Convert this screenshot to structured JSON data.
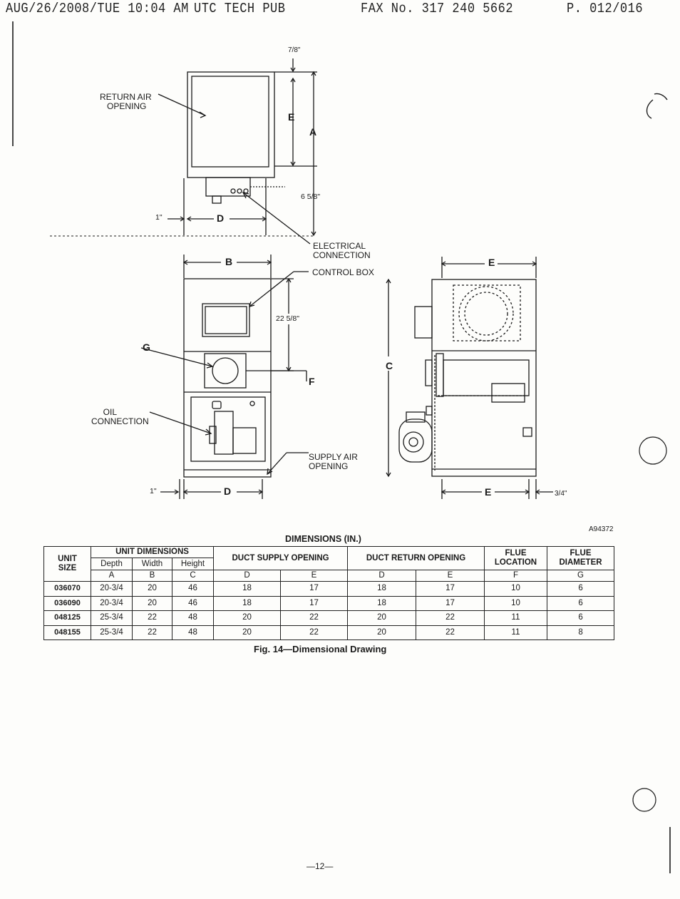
{
  "fax_header": {
    "datetime": "AUG/26/2008/TUE 10:04 AM",
    "sender": "UTC TECH PUB",
    "fax_number": "FAX No. 317 240 5662",
    "page": "P. 012/016"
  },
  "drawing": {
    "labels": {
      "return_air": "RETURN AIR\n   OPENING",
      "electrical": "ELECTRICAL\nCONNECTION",
      "control_box": "CONTROL BOX",
      "oil": "     OIL\nCONNECTION",
      "supply_air": "SUPPLY AIR\nOPENING",
      "dim_7_8": "7/8\"",
      "dim_6_5_8": "6 5/8\"",
      "dim_1_top": "1\"",
      "dim_1_bottom": "1\"",
      "dim_22_5_8": "22 5/8\"",
      "dim_3_4": "3/4\"",
      "letter_e_top": "E",
      "letter_a": "A",
      "letter_d_top": "D",
      "letter_b": "B",
      "letter_g": "G",
      "letter_f": "F",
      "letter_d_bottom": "D",
      "letter_e_side": "E",
      "letter_c": "C",
      "letter_e_bottom": "E"
    },
    "ref_code": "A94372"
  },
  "table": {
    "title": "DIMENSIONS (IN.)",
    "headers": {
      "unit_size": "UNIT\nSIZE",
      "unit_dimensions": "UNIT DIMENSIONS",
      "depth": "Depth",
      "width": "Width",
      "height": "Height",
      "duct_supply": "DUCT SUPPLY OPENING",
      "duct_return": "DUCT RETURN OPENING",
      "flue_location": "FLUE\nLOCATION",
      "flue_diameter": "FLUE\nDIAMETER"
    },
    "letters": [
      "A",
      "B",
      "C",
      "D",
      "E",
      "D",
      "E",
      "F",
      "G"
    ],
    "rows": [
      [
        "036070",
        "20-3/4",
        "20",
        "46",
        "18",
        "17",
        "18",
        "17",
        "10",
        "6"
      ],
      [
        "036090",
        "20-3/4",
        "20",
        "46",
        "18",
        "17",
        "18",
        "17",
        "10",
        "6"
      ],
      [
        "048125",
        "25-3/4",
        "22",
        "48",
        "20",
        "22",
        "20",
        "22",
        "11",
        "6"
      ],
      [
        "048155",
        "25-3/4",
        "22",
        "48",
        "20",
        "22",
        "20",
        "22",
        "11",
        "8"
      ]
    ]
  },
  "caption": "Fig. 14—Dimensional Drawing",
  "page_number": "—12—"
}
